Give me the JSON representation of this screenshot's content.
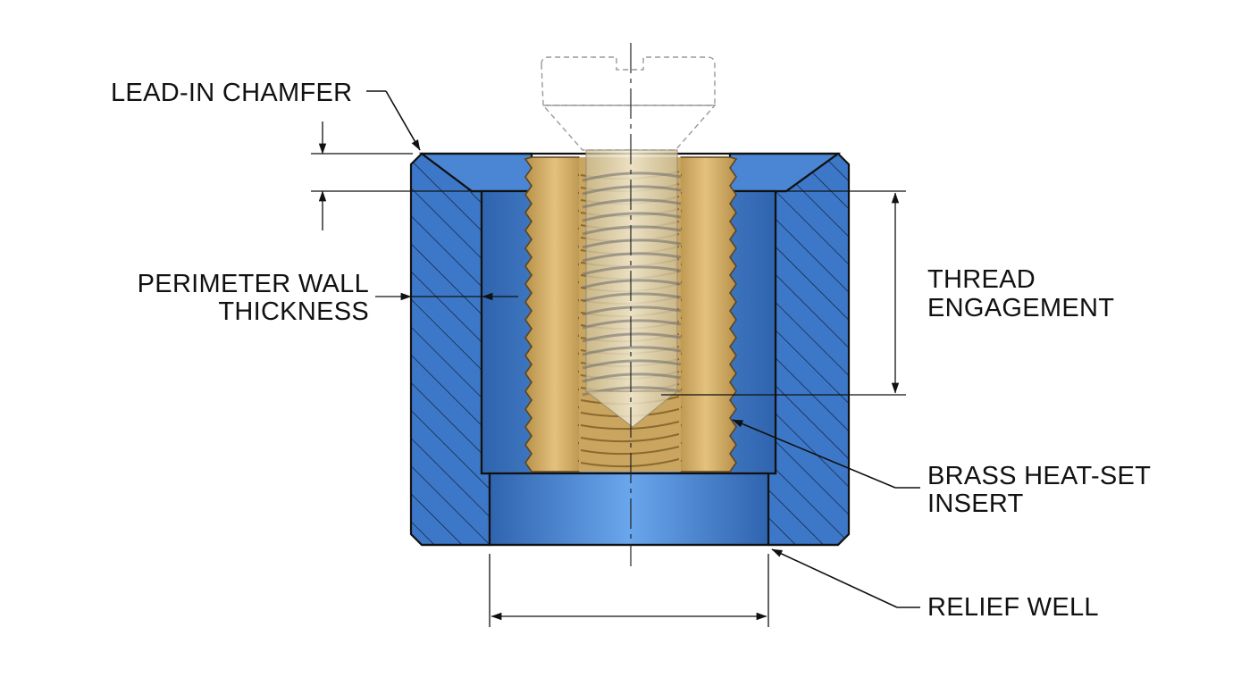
{
  "labels": {
    "lead_in_chamfer": "LEAD-IN CHAMFER",
    "perimeter_wall_line1": "PERIMETER WALL",
    "perimeter_wall_line2": "THICKNESS",
    "thread_engagement_line1": "THREAD",
    "thread_engagement_line2": "ENGAGEMENT",
    "brass_insert_line1": "BRASS HEAT-SET",
    "brass_insert_line2": "INSERT",
    "relief_well": "RELIEF WELL"
  },
  "colors": {
    "boss_blue": "#3d78c8",
    "boss_blue_light": "#5b97e0",
    "boss_blue_dark": "#2f64ae",
    "brass": "#d9b56e",
    "brass_dark": "#9c7a3a",
    "screw_ghost": "#e7dcc0",
    "line": "#111111"
  }
}
